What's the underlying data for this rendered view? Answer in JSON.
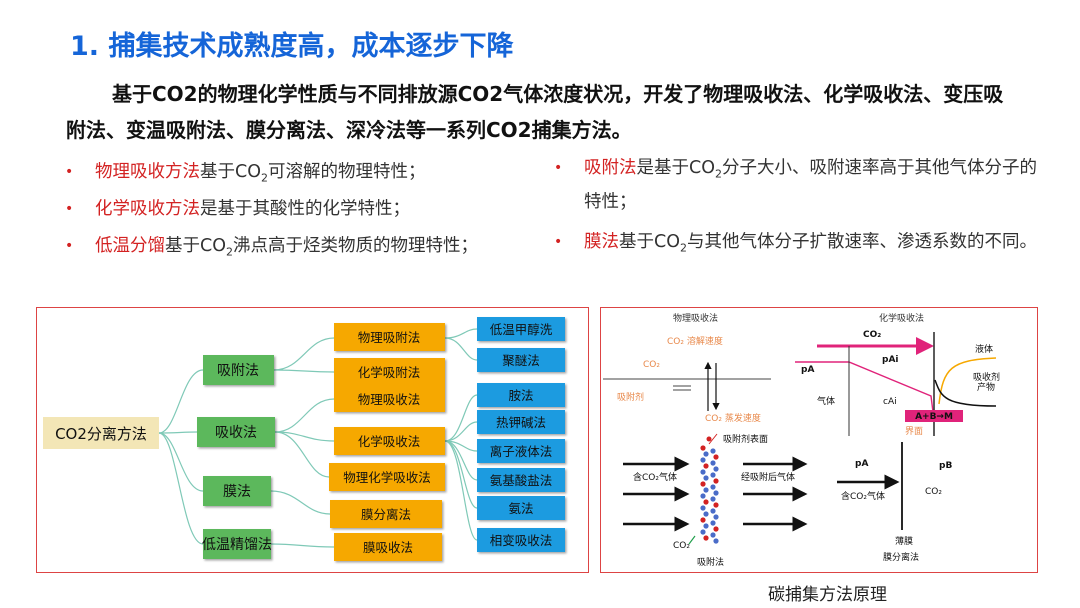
{
  "title": "1. 捕集技术成熟度高，成本逐步下降",
  "intro": "基于CO2的物理化学性质与不同排放源CO2气体浓度状况，开发了物理吸收法、化学吸收法、变压吸附法、变温吸附法、膜分离法、深冷法等一系列CO2捕集方法。",
  "bullets_left": [
    {
      "term": "物理吸收方法",
      "pre": "基于CO",
      "sub": "2",
      "post": "可溶解的物理特性；"
    },
    {
      "term": "化学吸收方法",
      "pre": "是基于其酸性的化学特性；",
      "sub": "",
      "post": ""
    },
    {
      "term": "低温分馏",
      "pre": "基于CO",
      "sub": "2",
      "post": "沸点高于烃类物质的物理特性；"
    }
  ],
  "bullets_right": [
    {
      "term": "吸附法",
      "pre": "是基于CO",
      "sub": "2",
      "post": "分子大小、吸附速率高于其他气体分子的特性；"
    },
    {
      "term": "膜法",
      "pre": "基于CO",
      "sub": "2",
      "post": "与其他气体分子扩散速率、渗透系数的不同。"
    }
  ],
  "tree": {
    "root": "CO2分离方法",
    "level1": [
      "吸附法",
      "吸收法",
      "膜法",
      "低温精馏法"
    ],
    "level2": [
      "物理吸附法",
      "化学吸附法",
      "物理吸收法",
      "化学吸收法",
      "物理化学吸收法",
      "膜分离法",
      "膜吸收法"
    ],
    "level3": [
      "低温甲醇洗",
      "聚醚法",
      "胺法",
      "热钾碱法",
      "离子液体法",
      "氨基酸盐法",
      "氨法",
      "相变吸收法"
    ]
  },
  "diagram": {
    "physical_title": "物理吸收法",
    "chemical_title": "化学吸收法",
    "co2_dissolve": "CO₂ 溶解速度",
    "co2": "CO₂",
    "absorbent": "吸附剂",
    "co2_evap": "CO₂ 蒸发速度",
    "co2_chem": "CO₂",
    "pa": "pA",
    "pai": "pAi",
    "liquid": "液体",
    "gas": "气体",
    "cai": "cAi",
    "absorbent_product": "吸收剂\n产物",
    "reaction": "A+B→M",
    "interface": "界面",
    "adsorbent_surface": "吸附剂表面",
    "gas_in": "含CO₂气体",
    "after_adsorb": "经吸附后气体",
    "co2_small": "CO₂",
    "adsorption_title": "吸附法",
    "pa2": "pA",
    "pb": "pB",
    "co2_right": "CO₂",
    "gas_in2": "含CO₂气体",
    "thin_membrane": "薄膜",
    "membrane_title": "膜分离法"
  },
  "caption": "碳捕集方法原理",
  "colors": {
    "title": "#1565d8",
    "accent_red": "#d32222",
    "green_box": "#5cb85c",
    "orange_box": "#f6a800",
    "blue_box": "#1e9be0",
    "root_box": "#f3e6b6"
  }
}
